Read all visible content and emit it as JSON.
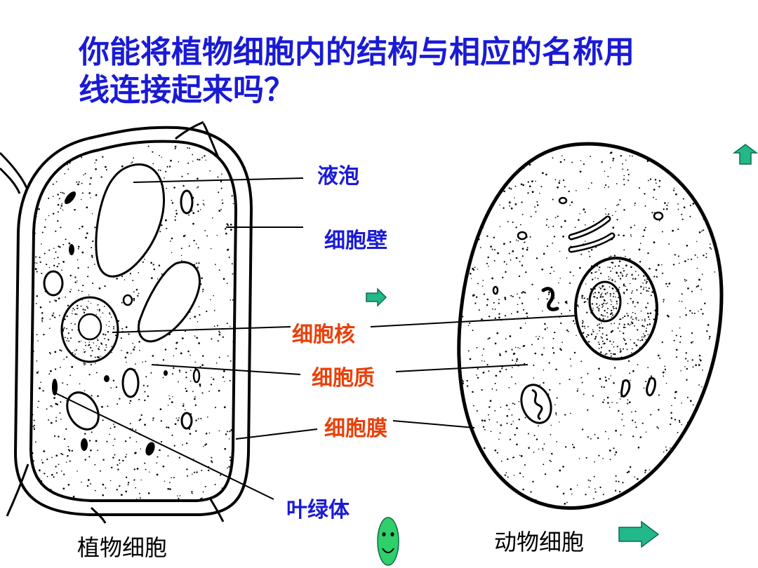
{
  "title": {
    "line1": "你能将植物细胞内的结构与相应的名称用",
    "line2": "线连接起来吗？"
  },
  "labels": {
    "vacuole": "液泡",
    "cell_wall": "细胞壁",
    "nucleus": "细胞核",
    "cytoplasm": "细胞质",
    "cell_membrane": "细胞膜",
    "chloroplast": "叶绿体"
  },
  "captions": {
    "plant": "植物细胞",
    "animal": "动物细胞"
  },
  "colors": {
    "title": "#1a1ad6",
    "label_blue": "#1a1ad6",
    "label_red": "#e8400a",
    "nav_fill": "#22b88a",
    "smiley_fill": "#2fcf6a"
  },
  "icons": [
    "up-arrow-icon",
    "right-arrow-icon",
    "smiley-icon"
  ]
}
